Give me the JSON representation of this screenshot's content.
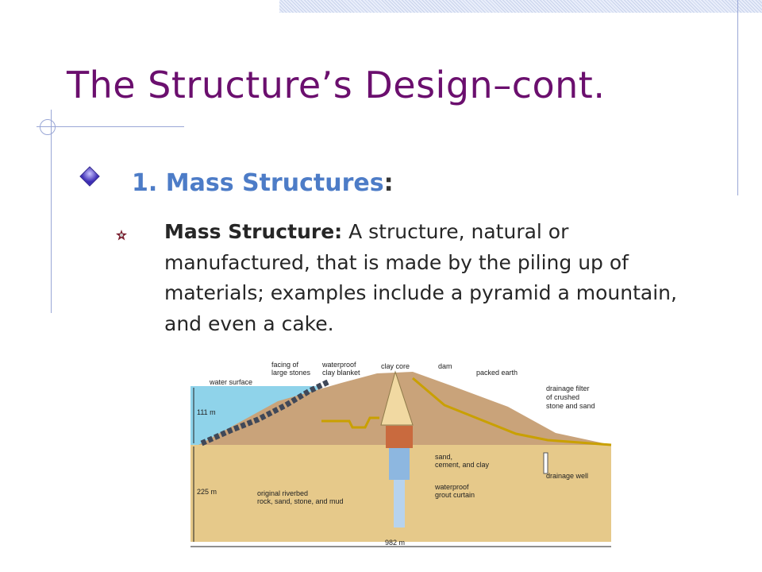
{
  "slide": {
    "title": "The Structure’s Design–cont.",
    "heading_number": "1.",
    "heading_text": "Mass Structures",
    "heading_colon": ":",
    "definition_term": "Mass Structure:",
    "definition_text": "A structure, natural or manufactured, that is made by the piling up of materials; examples include a pyramid a mountain, and even a cake."
  },
  "colors": {
    "title": "#6b0f6e",
    "heading": "#4d7cc7",
    "body_text": "#262626",
    "water": "#8fd3ea",
    "ground": "#e6c98a",
    "packed_earth": "#c9a37a",
    "clay_core": "#f1d9a2",
    "sand_cement": "#c96a3e",
    "grout": "#8db7e0"
  },
  "icons": {
    "bullet_level1": "diamond-bullet-icon",
    "bullet_level2": "star-bullet-icon"
  },
  "diagram": {
    "labels": {
      "water_surface": "water surface",
      "facing_1": "facing of",
      "facing_2": "large stones",
      "waterproof_1": "waterproof",
      "waterproof_2": "clay blanket",
      "clay_core": "clay core",
      "dam": "dam",
      "packed_earth": "packed earth",
      "drainage_filter_1": "drainage filter",
      "drainage_filter_2": "of crushed",
      "drainage_filter_3": "stone and sand",
      "sand_1": "sand,",
      "sand_2": "cement, and clay",
      "drainage_well": "drainage well",
      "grout_1": "waterproof",
      "grout_2": "grout curtain",
      "riverbed_1": "original riverbed",
      "riverbed_2": "rock, sand, stone, and mud",
      "height_water": "111 m",
      "height_ground": "225 m",
      "width": "982 m"
    }
  }
}
